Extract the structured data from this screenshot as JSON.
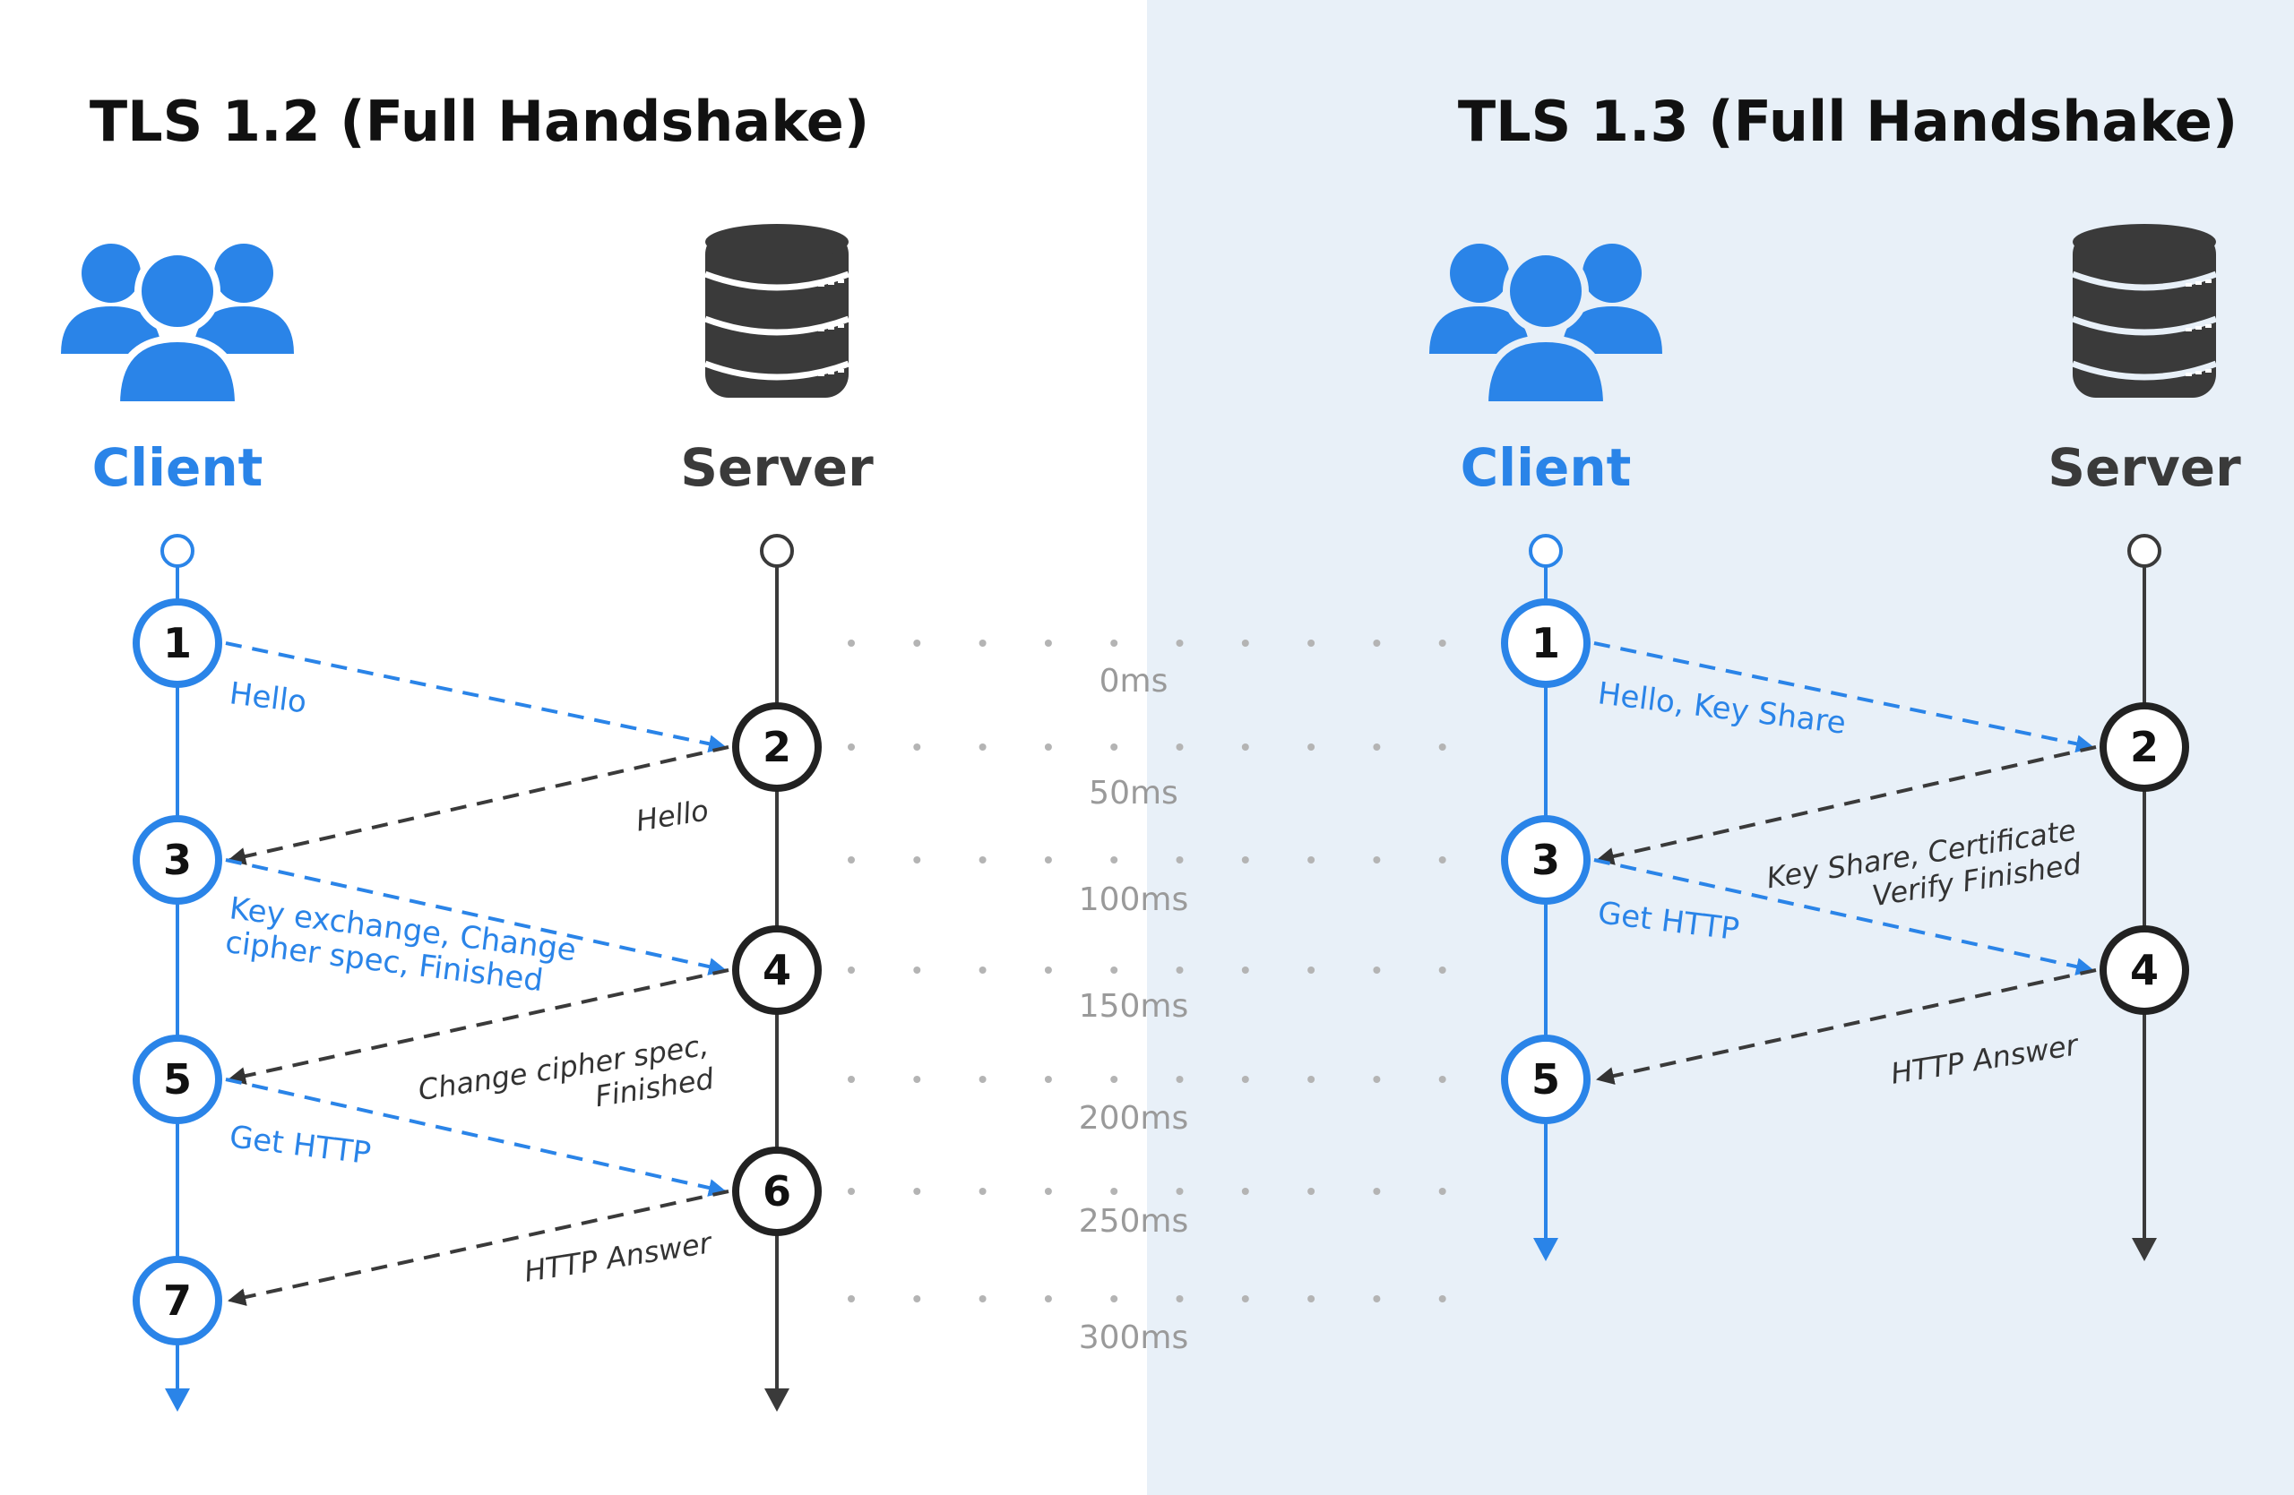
{
  "colors": {
    "client": "#2a84e8",
    "server": "#3a3a3a",
    "dots": "#b4b4b4",
    "panel": "#e8f0f8"
  },
  "tls12": {
    "title": "TLS 1.2 (Full Handshake)",
    "client_label": "Client",
    "server_label": "Server",
    "client_icon": "users-icon",
    "server_icon": "server-database-icon",
    "messages": [
      {
        "from": "client",
        "step_from": 1,
        "step_to": 2,
        "lines": [
          "Hello"
        ]
      },
      {
        "from": "server",
        "step_from": 2,
        "step_to": 3,
        "lines": [
          "Hello"
        ]
      },
      {
        "from": "client",
        "step_from": 3,
        "step_to": 4,
        "lines": [
          "Key exchange, Change",
          "cipher spec, Finished"
        ]
      },
      {
        "from": "server",
        "step_from": 4,
        "step_to": 5,
        "lines": [
          "Change cipher spec,",
          "Finished"
        ]
      },
      {
        "from": "client",
        "step_from": 5,
        "step_to": 6,
        "lines": [
          "Get HTTP"
        ]
      },
      {
        "from": "server",
        "step_from": 6,
        "step_to": 7,
        "lines": [
          "HTTP Answer"
        ]
      }
    ]
  },
  "tls13": {
    "title": "TLS 1.3 (Full Handshake)",
    "client_label": "Client",
    "server_label": "Server",
    "client_icon": "users-icon",
    "server_icon": "server-database-icon",
    "messages": [
      {
        "from": "client",
        "step_from": 1,
        "step_to": 2,
        "lines": [
          "Hello, Key Share"
        ]
      },
      {
        "from": "server",
        "step_from": 2,
        "step_to": 3,
        "lines": [
          "Key Share, Certificate",
          "Verify Finished"
        ]
      },
      {
        "from": "client",
        "step_from": 3,
        "step_to": 4,
        "lines": [
          "Get HTTP"
        ]
      },
      {
        "from": "server",
        "step_from": 4,
        "step_to": 5,
        "lines": [
          "HTTP Answer"
        ]
      }
    ]
  },
  "timeline": [
    "0ms",
    "50ms",
    "100ms",
    "150ms",
    "200ms",
    "250ms",
    "300ms"
  ]
}
